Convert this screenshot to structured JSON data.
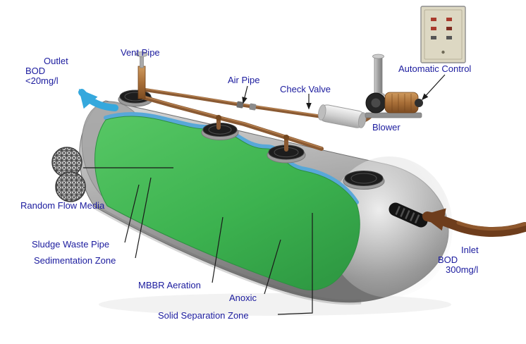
{
  "diagram": {
    "labels": {
      "outlet": {
        "line1": "Outlet",
        "line2": "BOD",
        "line3": "<20mg/l"
      },
      "vent_pipe": "Vent Pipe",
      "air_pipe": "Air Pipe",
      "check_valve": "Check Valve",
      "automatic_control": "Automatic Control",
      "blower": "Blower",
      "random_flow_media": "Random Flow Media",
      "sludge_waste_pipe": "Sludge Waste Pipe",
      "sedimentation_zone": "Sedimentation Zone",
      "mbbr_aeration": "MBBR Aeration",
      "anoxic": "Anoxic",
      "solid_separation_zone": "Solid Separation Zone",
      "inlet": {
        "line1": "Inlet",
        "line2": "BOD",
        "line3": "300mg/l"
      }
    },
    "colors": {
      "label_text": "#1b1b9e",
      "tank_gray": "#ababab",
      "liquid_green": "#3cb24f",
      "liquid_surface_blue": "#58a8d8",
      "pipe_copper": "#8a5a33",
      "outlet_arrow_blue": "#35a8dd",
      "inlet_arrow_brown": "#6e3d1c",
      "control_panel_beige": "#ddd8c3"
    }
  }
}
